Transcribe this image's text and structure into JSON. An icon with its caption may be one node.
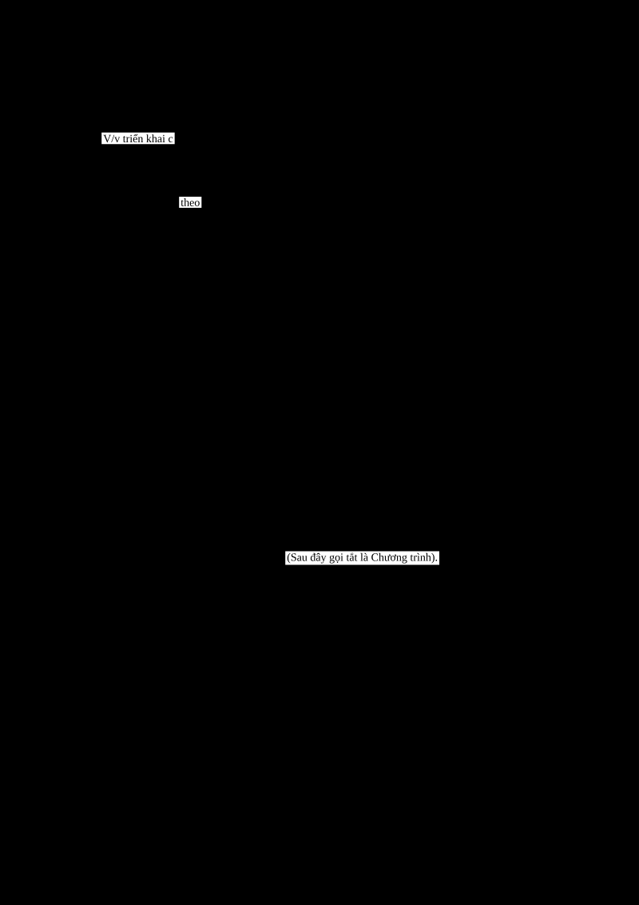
{
  "diagram": {
    "labels": [
      "V/v triển khai c",
      "theo",
      "(Sau đây gọi tắt là Chương trình)."
    ]
  }
}
